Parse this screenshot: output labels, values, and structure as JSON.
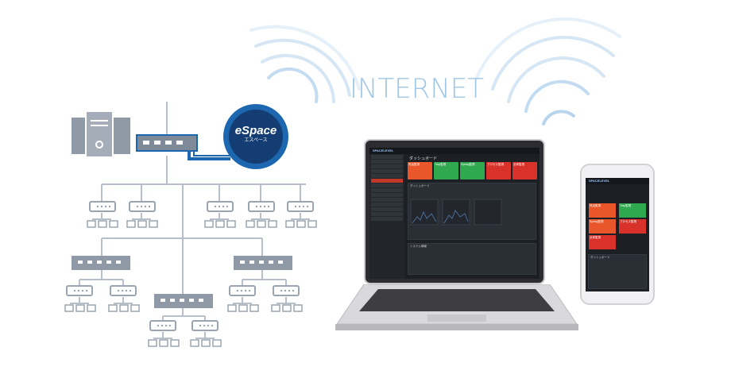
{
  "title": "INTERNET",
  "logo": {
    "name": "eSpace",
    "sub": "エスペース"
  },
  "laptop_app": {
    "logo": "SPACELEVEL",
    "page_title": "ダッシュボード",
    "tiles": [
      {
        "label": "死活監視",
        "value": "",
        "color": "#e8562a"
      },
      {
        "label": "Trap監視",
        "value": "",
        "color": "#2fa84f"
      },
      {
        "label": "Syslog監視",
        "value": "",
        "color": "#2fa84f"
      },
      {
        "label": "プロセス監視",
        "value": "",
        "color": "#d8322a"
      },
      {
        "label": "全体監視",
        "value": "",
        "color": "#d8322a"
      }
    ],
    "section1": "ダッシュボード",
    "section2": "システム情報",
    "sidebar_items": 14
  },
  "phone_app": {
    "logo": "SPACELEVEL",
    "section": "ダッシュボード",
    "tiles": [
      {
        "label": "死活監視",
        "color": "#e8562a"
      },
      {
        "label": "Trap監視",
        "color": "#2fa84f"
      },
      {
        "label": "Syslog監視",
        "color": "#e8562a"
      },
      {
        "label": "プロセス監視",
        "color": "#d8322a"
      },
      {
        "label": "全体監視",
        "color": "#d8322a"
      }
    ]
  },
  "colors": {
    "network": "#9aa5b1",
    "accent": "#1d67b0",
    "wave": "#cfe2f3"
  }
}
